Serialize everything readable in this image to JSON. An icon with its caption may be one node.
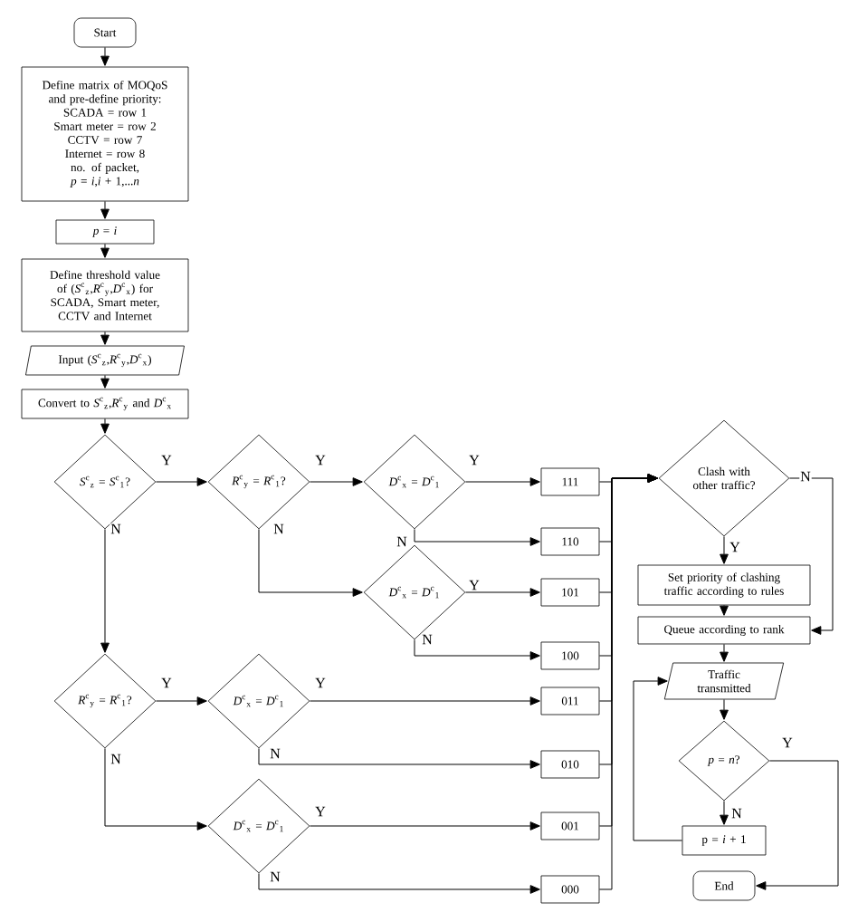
{
  "diagram": {
    "nodes": [
      {
        "text": [
          "Start"
        ]
      },
      {
        "text": [
          "Define matrix of MOQoS and pre-define priority:",
          "SCADA = row 1",
          "Smart meter = row 2",
          "CCTV = row 7",
          "Internet = row 8",
          "no. of packet,",
          "*p* = *i*,*i* + 1,...*n*"
        ]
      },
      {
        "text": [
          "*p* = *i*"
        ]
      },
      {
        "text": [
          "Define threshold value of (*S*$^{c}$$_{z}$,*R*$^{c}$$_{y}$,*D*$^{c}$$_{x}$) for SCADA, Smart meter, CCTV and Internet"
        ]
      },
      {
        "text": [
          "Input (*S*$^{c}$$_{z}$,*R*$^{c}$$_{y}$,*D*$^{c}$$_{x}$)"
        ]
      },
      {
        "text": [
          "Convert to *S*$^{c}$$_{z}$,*R*$^{c}$$_{y}$ and *D*$^{c}$$_{x}$"
        ]
      },
      {
        "text": [
          "*S*$^{c}$$_{z}$ = *S*$^{c}$$_{1}$?"
        ]
      },
      {
        "text": [
          "*R*$^{c}$$_{y}$ = *R*$^{c}$$_{1}$?"
        ]
      },
      {
        "text": [
          "*D*$^{c}$$_{x}$ = *D*$^{c}$$_{1}$"
        ]
      },
      {
        "text": [
          "111"
        ]
      },
      {
        "text": [
          "110"
        ]
      },
      {
        "text": [
          "*D*$^{c}$$_{x}$ = *D*$^{c}$$_{1}$"
        ]
      },
      {
        "text": [
          "101"
        ]
      },
      {
        "text": [
          "100"
        ]
      },
      {
        "text": [
          "*R*$^{c}$$_{y}$ = *R*$^{c}$$_{1}$?"
        ]
      },
      {
        "text": [
          "*D*$^{c}$$_{x}$ = *D*$^{c}$$_{1}$"
        ]
      },
      {
        "text": [
          "011"
        ]
      },
      {
        "text": [
          "010"
        ]
      },
      {
        "text": [
          "*D*$^{c}$$_{x}$ = *D*$^{c}$$_{1}$"
        ]
      },
      {
        "text": [
          "001"
        ]
      },
      {
        "text": [
          "000"
        ]
      },
      {
        "text": [
          "Clash with other traffic?"
        ]
      },
      {
        "text": [
          "Set priority of clashing traffic according to rules"
        ]
      },
      {
        "text": [
          "Queue according to rank"
        ]
      },
      {
        "text": [
          "Traffic transmitted"
        ]
      },
      {
        "text": [
          "*p* = *n*?"
        ]
      },
      {
        "text": [
          "p = *i* + 1"
        ]
      },
      {
        "text": [
          "End"
        ]
      }
    ],
    "edges": [
      {
        "from": 0,
        "to": 1,
        "arrow": "to"
      },
      {
        "from": 1,
        "to": 2,
        "arrow": "to"
      },
      {
        "from": 2,
        "to": 3,
        "arrow": "to"
      },
      {
        "from": 3,
        "to": 4,
        "arrow": "to"
      },
      {
        "from": 4,
        "to": 5,
        "arrow": "to"
      },
      {
        "from": 5,
        "to": 6,
        "arrow": "to"
      },
      {
        "from": 6,
        "to": 7,
        "arrow": "to",
        "label": "Y"
      },
      {
        "from": 6,
        "to": 14,
        "arrow": "to",
        "label": "N"
      },
      {
        "from": 7,
        "to": 8,
        "arrow": "to",
        "label": "Y"
      },
      {
        "from": 7,
        "to": 11,
        "arrow": "to",
        "label": "N"
      },
      {
        "from": 8,
        "to": 9,
        "arrow": "to",
        "label": "Y"
      },
      {
        "from": 8,
        "to": 10,
        "arrow": "to",
        "label": "N"
      },
      {
        "from": 11,
        "to": 12,
        "arrow": "to",
        "label": "Y"
      },
      {
        "from": 11,
        "to": 13,
        "arrow": "to",
        "label": "N"
      },
      {
        "from": 14,
        "to": 15,
        "arrow": "to",
        "label": "Y"
      },
      {
        "from": 14,
        "to": 18,
        "arrow": "to",
        "label": "N"
      },
      {
        "from": 15,
        "to": 16,
        "arrow": "to",
        "label": "Y"
      },
      {
        "from": 15,
        "to": 17,
        "arrow": "to",
        "label": "N"
      },
      {
        "from": 18,
        "to": 19,
        "arrow": "to",
        "label": "Y"
      },
      {
        "from": 18,
        "to": 20,
        "arrow": "to",
        "label": "N"
      },
      {
        "from": 9,
        "to": 21,
        "arrow": "to"
      },
      {
        "from": 10,
        "to": 21,
        "arrow": "to"
      },
      {
        "from": 12,
        "to": 21,
        "arrow": "to"
      },
      {
        "from": 13,
        "to": 21,
        "arrow": "to"
      },
      {
        "from": 16,
        "to": 21,
        "arrow": "to"
      },
      {
        "from": 17,
        "to": 21,
        "arrow": "to"
      },
      {
        "from": 19,
        "to": 21,
        "arrow": "to"
      },
      {
        "from": 20,
        "to": 21,
        "arrow": "to"
      },
      {
        "from": 21,
        "to": 22,
        "arrow": "to",
        "label": "Y"
      },
      {
        "from": 21,
        "to": 23,
        "arrow": "to",
        "label": "N"
      },
      {
        "from": 22,
        "to": 23,
        "arrow": "to"
      },
      {
        "from": 23,
        "to": 24,
        "arrow": "to"
      },
      {
        "from": 24,
        "to": 25,
        "arrow": "to"
      },
      {
        "from": 25,
        "to": 26,
        "arrow": "to",
        "label": "N"
      },
      {
        "from": 26,
        "to": 24,
        "arrow": "to"
      },
      {
        "from": 25,
        "to": 27,
        "arrow": "to",
        "label": "Y"
      }
    ]
  }
}
